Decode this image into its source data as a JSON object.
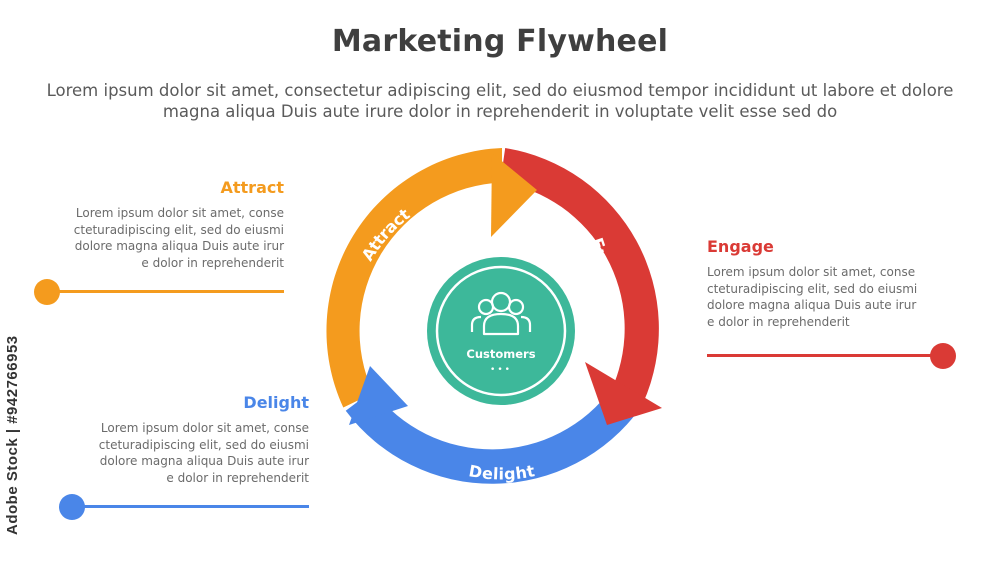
{
  "title": "Marketing Flywheel",
  "subtitle": "Lorem ipsum dolor sit amet, consectetur adipiscing elit, sed do eiusmod tempor incididunt ut labore et dolore magna aliqua Duis aute irure dolor in reprehenderit in voluptate velit esse sed do",
  "center": {
    "label": "Customers",
    "dots": "•••"
  },
  "stages": {
    "attract": {
      "name": "Attract",
      "color": "#F49B1E",
      "text": "Lorem ipsum dolor sit amet, conse cteturadipiscing elit, sed do eiusmi dolore magna aliqua Duis aute irur e dolor in reprehenderit"
    },
    "engage": {
      "name": "Engage",
      "color": "#DA3A35",
      "text": "Lorem ipsum dolor sit amet, conse cteturadipiscing elit, sed do eiusmi dolore magna aliqua Duis aute irur e dolor in reprehenderit"
    },
    "delight": {
      "name": "Delight",
      "color": "#4A86E8",
      "text": "Lorem ipsum dolor sit amet, conse cteturadipiscing elit, sed do eiusmi dolore magna aliqua Duis aute irur e dolor in reprehenderit"
    }
  },
  "center_color": "#3DB89A",
  "watermark": "Adobe Stock | #942766953"
}
